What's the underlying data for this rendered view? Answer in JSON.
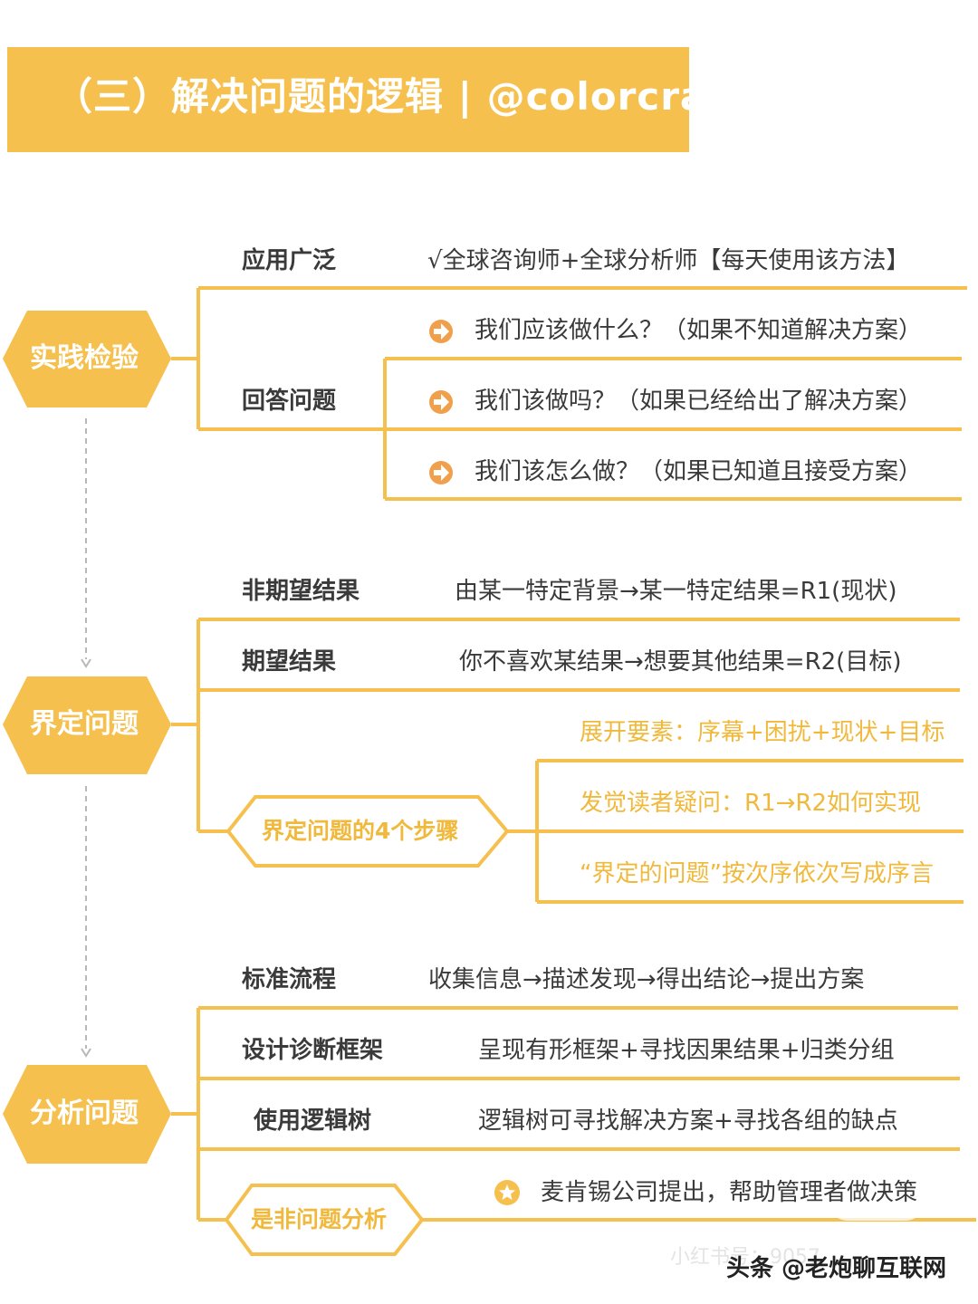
{
  "title": "（三）解决问题的逻辑 | @colorcrash",
  "colors": {
    "accent": "#f6c04e",
    "arrow_bullet": "#f0a04b",
    "text": "#3a3a3a",
    "gold_text": "#f1b93c"
  },
  "sections": [
    {
      "name": "实践检验",
      "rows": [
        {
          "label": "应用广泛",
          "text": "√全球咨询师+全球分析师【每天使用该方法】"
        },
        {
          "label": "回答问题",
          "bullet_icon": "arrow-right-circle-icon",
          "items": [
            "我们应该做什么？（如果不知道解决方案）",
            "我们该做吗？（如果已经给出了解决方案）",
            "我们该怎么做？（如果已知道且接受方案）"
          ]
        }
      ]
    },
    {
      "name": "界定问题",
      "rows": [
        {
          "label": "非期望结果",
          "text": "由某一特定背景→某一特定结果=R1(现状)"
        },
        {
          "label": "期望结果",
          "text": "你不喜欢某结果→想要其他结果=R2(目标)"
        }
      ],
      "steps": {
        "label": "界定问题的4个步骤",
        "items": [
          "展开要素：序幕+困扰+现状+目标",
          "发觉读者疑问：R1→R2如何实现",
          "“界定的问题”按次序依次写成序言"
        ]
      }
    },
    {
      "name": "分析问题",
      "rows": [
        {
          "label": "标准流程",
          "text": "收集信息→描述发现→得出结论→提出方案"
        },
        {
          "label": "设计诊断框架",
          "text": "呈现有形框架+寻找因果结果+归类分组"
        },
        {
          "label": "使用逻辑树",
          "text": "逻辑树可寻找解决方案+寻找各组的缺点"
        }
      ],
      "yes_no": {
        "label": "是非问题分析",
        "bullet_icon": "star-circle-icon",
        "text": "麦肯锡公司提出，帮助管理者做决策"
      }
    }
  ],
  "watermark": "头条 @老炮聊互联网",
  "faint_watermark": "小红书号：9057"
}
